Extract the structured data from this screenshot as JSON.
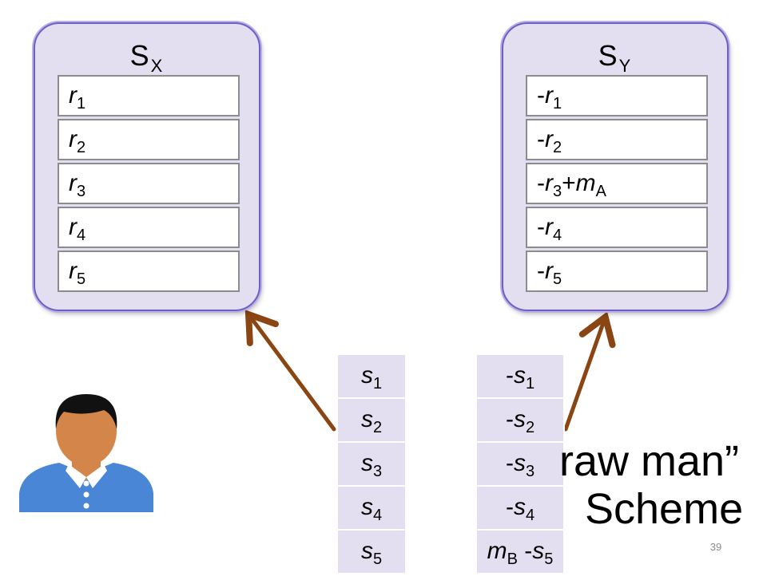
{
  "server_x": {
    "title": "S",
    "title_sub": "X",
    "rows": [
      {
        "var": "r",
        "sub": "1"
      },
      {
        "var": "r",
        "sub": "2"
      },
      {
        "var": "r",
        "sub": "3"
      },
      {
        "var": "r",
        "sub": "4"
      },
      {
        "var": "r",
        "sub": "5"
      }
    ]
  },
  "server_y": {
    "title": "S",
    "title_sub": "Y",
    "rows": [
      {
        "prefix": "-",
        "var": "r",
        "sub": "1"
      },
      {
        "prefix": "-",
        "var": "r",
        "sub": "2"
      },
      {
        "prefix": "-",
        "var": "r",
        "sub": "3",
        "extra": "+",
        "var2": "m",
        "sub2": "A"
      },
      {
        "prefix": "-",
        "var": "r",
        "sub": "4"
      },
      {
        "prefix": "-",
        "var": "r",
        "sub": "5"
      }
    ]
  },
  "shares_left": [
    {
      "var": "s",
      "sub": "1"
    },
    {
      "var": "s",
      "sub": "2"
    },
    {
      "var": "s",
      "sub": "3"
    },
    {
      "var": "s",
      "sub": "4"
    },
    {
      "var": "s",
      "sub": "5"
    }
  ],
  "shares_right": [
    {
      "prefix": "-",
      "var": "s",
      "sub": "1"
    },
    {
      "prefix": "-",
      "var": "s",
      "sub": "2"
    },
    {
      "prefix": "-",
      "var": "s",
      "sub": "3"
    },
    {
      "prefix": "-",
      "var": "s",
      "sub": "4"
    },
    {
      "lead": "m",
      "lead_sub": "B",
      "prefix": " -",
      "var": "s",
      "sub": "5"
    }
  ],
  "title_line1": "raw man”",
  "title_line2": "Scheme",
  "slide_number": "39",
  "colors": {
    "server_fill": "#e4dff0",
    "server_border": "#6f5fc4",
    "arrow": "#8b4513",
    "person_skin": "#d4864a",
    "person_shirt": "#4a86d6"
  }
}
